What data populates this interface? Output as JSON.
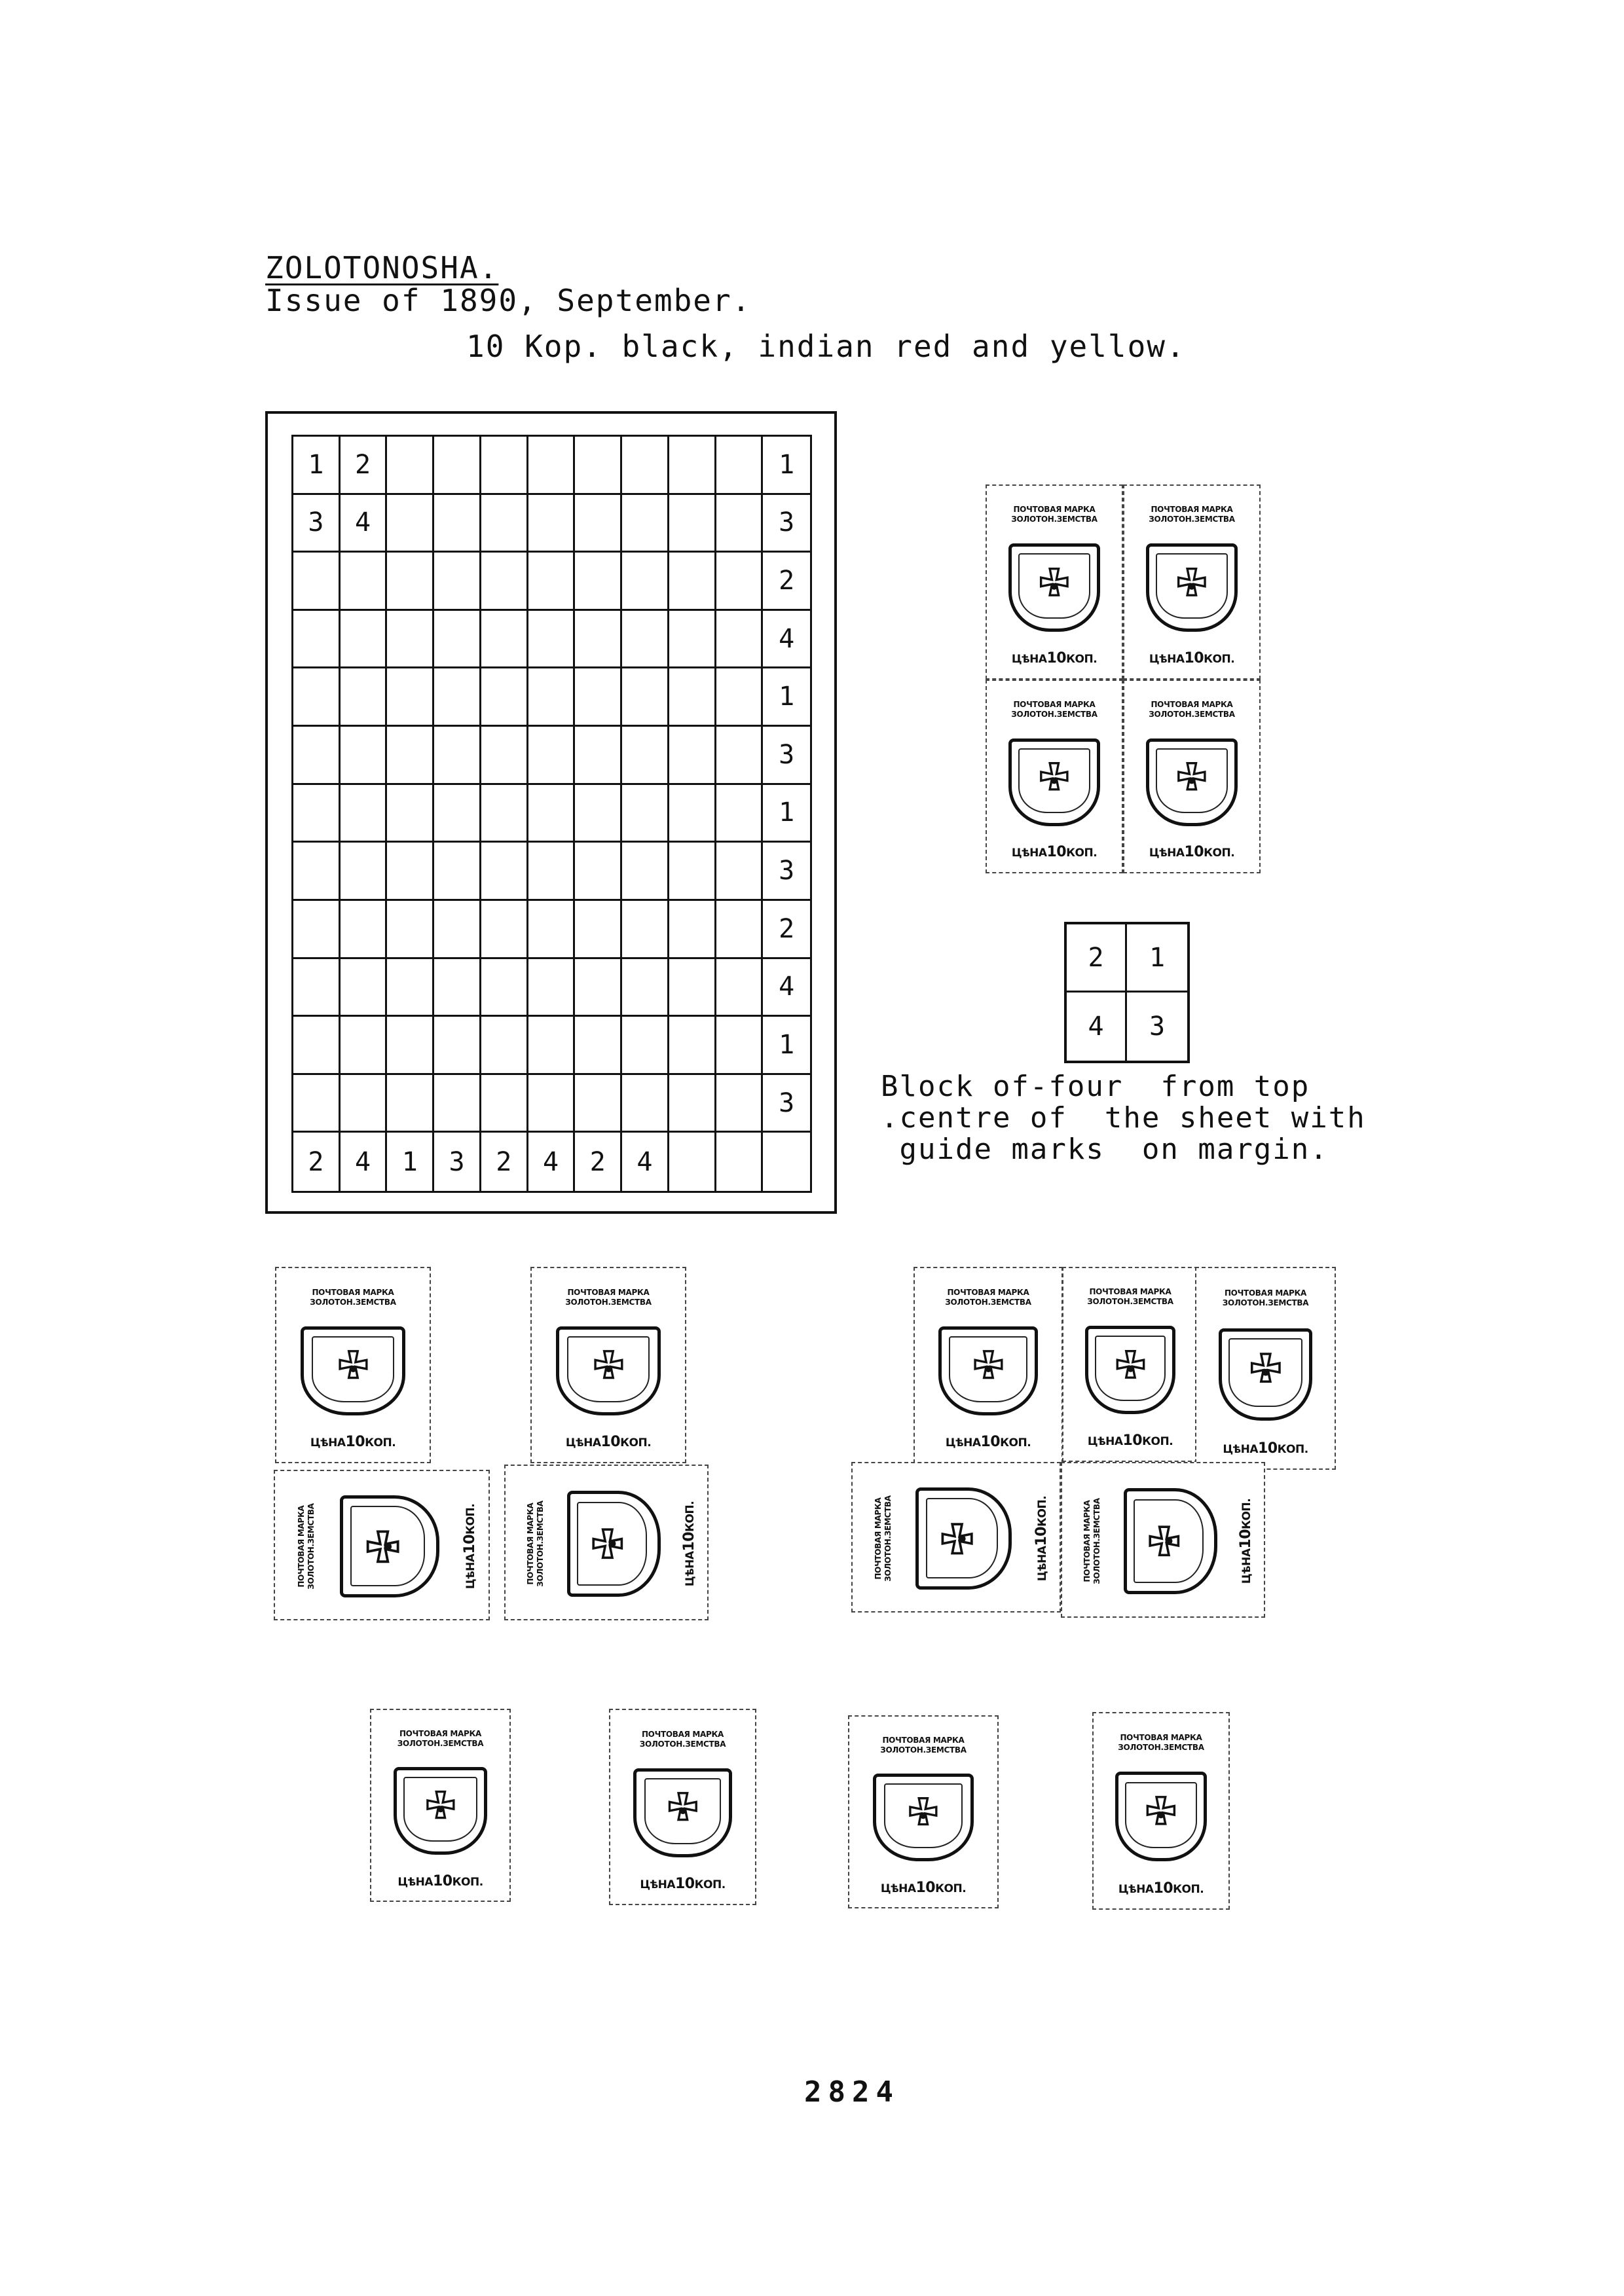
{
  "header": {
    "title": "ZOLOTONOSHA.",
    "subtitle": "Issue of 1890, September.",
    "description": "10 Kop. black, indian red and yellow."
  },
  "plate": {
    "rows": [
      [
        "1",
        "2",
        "",
        "",
        "",
        "",
        "",
        "",
        "",
        "",
        "1"
      ],
      [
        "3",
        "4",
        "",
        "",
        "",
        "",
        "",
        "",
        "",
        "",
        "3"
      ],
      [
        "",
        "",
        "",
        "",
        "",
        "",
        "",
        "",
        "",
        "",
        "2"
      ],
      [
        "",
        "",
        "",
        "",
        "",
        "",
        "",
        "",
        "",
        "",
        "4"
      ],
      [
        "",
        "",
        "",
        "",
        "",
        "",
        "",
        "",
        "",
        "",
        "1"
      ],
      [
        "",
        "",
        "",
        "",
        "",
        "",
        "",
        "",
        "",
        "",
        "3"
      ],
      [
        "",
        "",
        "",
        "",
        "",
        "",
        "",
        "",
        "",
        "",
        "1"
      ],
      [
        "",
        "",
        "",
        "",
        "",
        "",
        "",
        "",
        "",
        "",
        "3"
      ],
      [
        "",
        "",
        "",
        "",
        "",
        "",
        "",
        "",
        "",
        "",
        "2"
      ],
      [
        "",
        "",
        "",
        "",
        "",
        "",
        "",
        "",
        "",
        "",
        "4"
      ],
      [
        "",
        "",
        "",
        "",
        "",
        "",
        "",
        "",
        "",
        "",
        "1"
      ],
      [
        "",
        "",
        "",
        "",
        "",
        "",
        "",
        "",
        "",
        "",
        "3"
      ],
      [
        "2",
        "4",
        "1",
        "3",
        "2",
        "4",
        "2",
        "4",
        "",
        "",
        ""
      ]
    ]
  },
  "block_of_four": {
    "cells": [
      "2",
      "1",
      "4",
      "3"
    ],
    "caption_lines": [
      "Block of-four  from top",
      ".centre of  the sheet with",
      " guide marks  on margin."
    ]
  },
  "stamp": {
    "top_line1": "ПОЧТОВАЯ МАРКА",
    "top_line2": "ЗОЛОТОН.ЗЕМСТВА",
    "value_prefix": "ЦѣНА",
    "value_number": "10",
    "value_suffix": "КОП."
  },
  "page_number": "2824"
}
